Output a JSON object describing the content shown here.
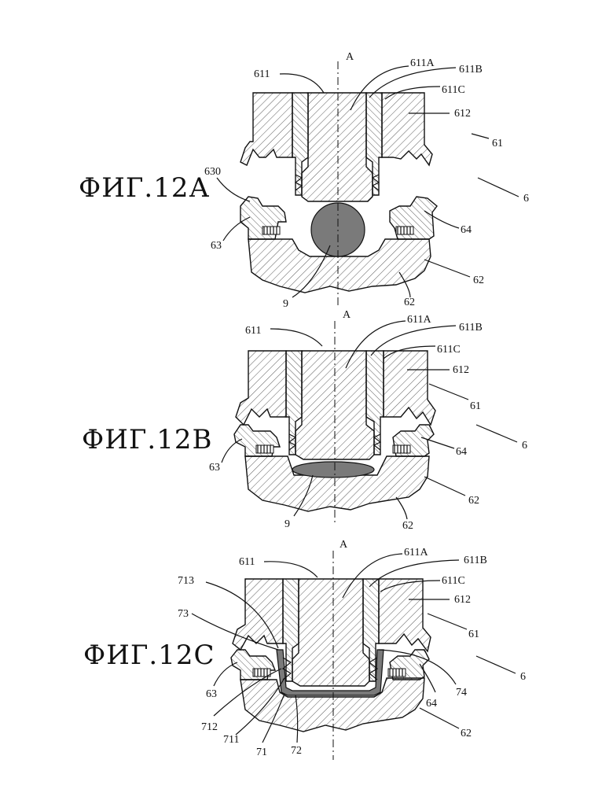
{
  "figures": [
    {
      "title": "ФИГ.12А",
      "refs": {
        "r611": "611",
        "axis": "A",
        "r611A": "611A",
        "r611B": "611B",
        "r611C": "611C",
        "r612": "612",
        "r61": "61",
        "r6": "6",
        "r630": "630",
        "r63": "63",
        "r64": "64",
        "r62a": "62",
        "r62b": "62",
        "r9": "9"
      }
    },
    {
      "title": "ФИГ.12В",
      "refs": {
        "r611": "611",
        "axis": "A",
        "r611A": "611A",
        "r611B": "611B",
        "r611C": "611C",
        "r612": "612",
        "r61": "61",
        "r6": "6",
        "r63": "63",
        "r64": "64",
        "r62a": "62",
        "r62b": "62",
        "r9": "9"
      }
    },
    {
      "title": "ФИГ.12С",
      "refs": {
        "r611": "611",
        "axis": "A",
        "r611A": "611A",
        "r611B": "611B",
        "r611C": "611C",
        "r713": "713",
        "r612": "612",
        "r73": "73",
        "r61": "61",
        "r6": "6",
        "r74": "74",
        "r63": "63",
        "r64": "64",
        "r712": "712",
        "r711": "711",
        "r71": "71",
        "r72": "72",
        "r62": "62"
      }
    }
  ],
  "colors": {
    "line": "#111111",
    "fill_dark": "#7a7a7a",
    "background": "#ffffff"
  }
}
